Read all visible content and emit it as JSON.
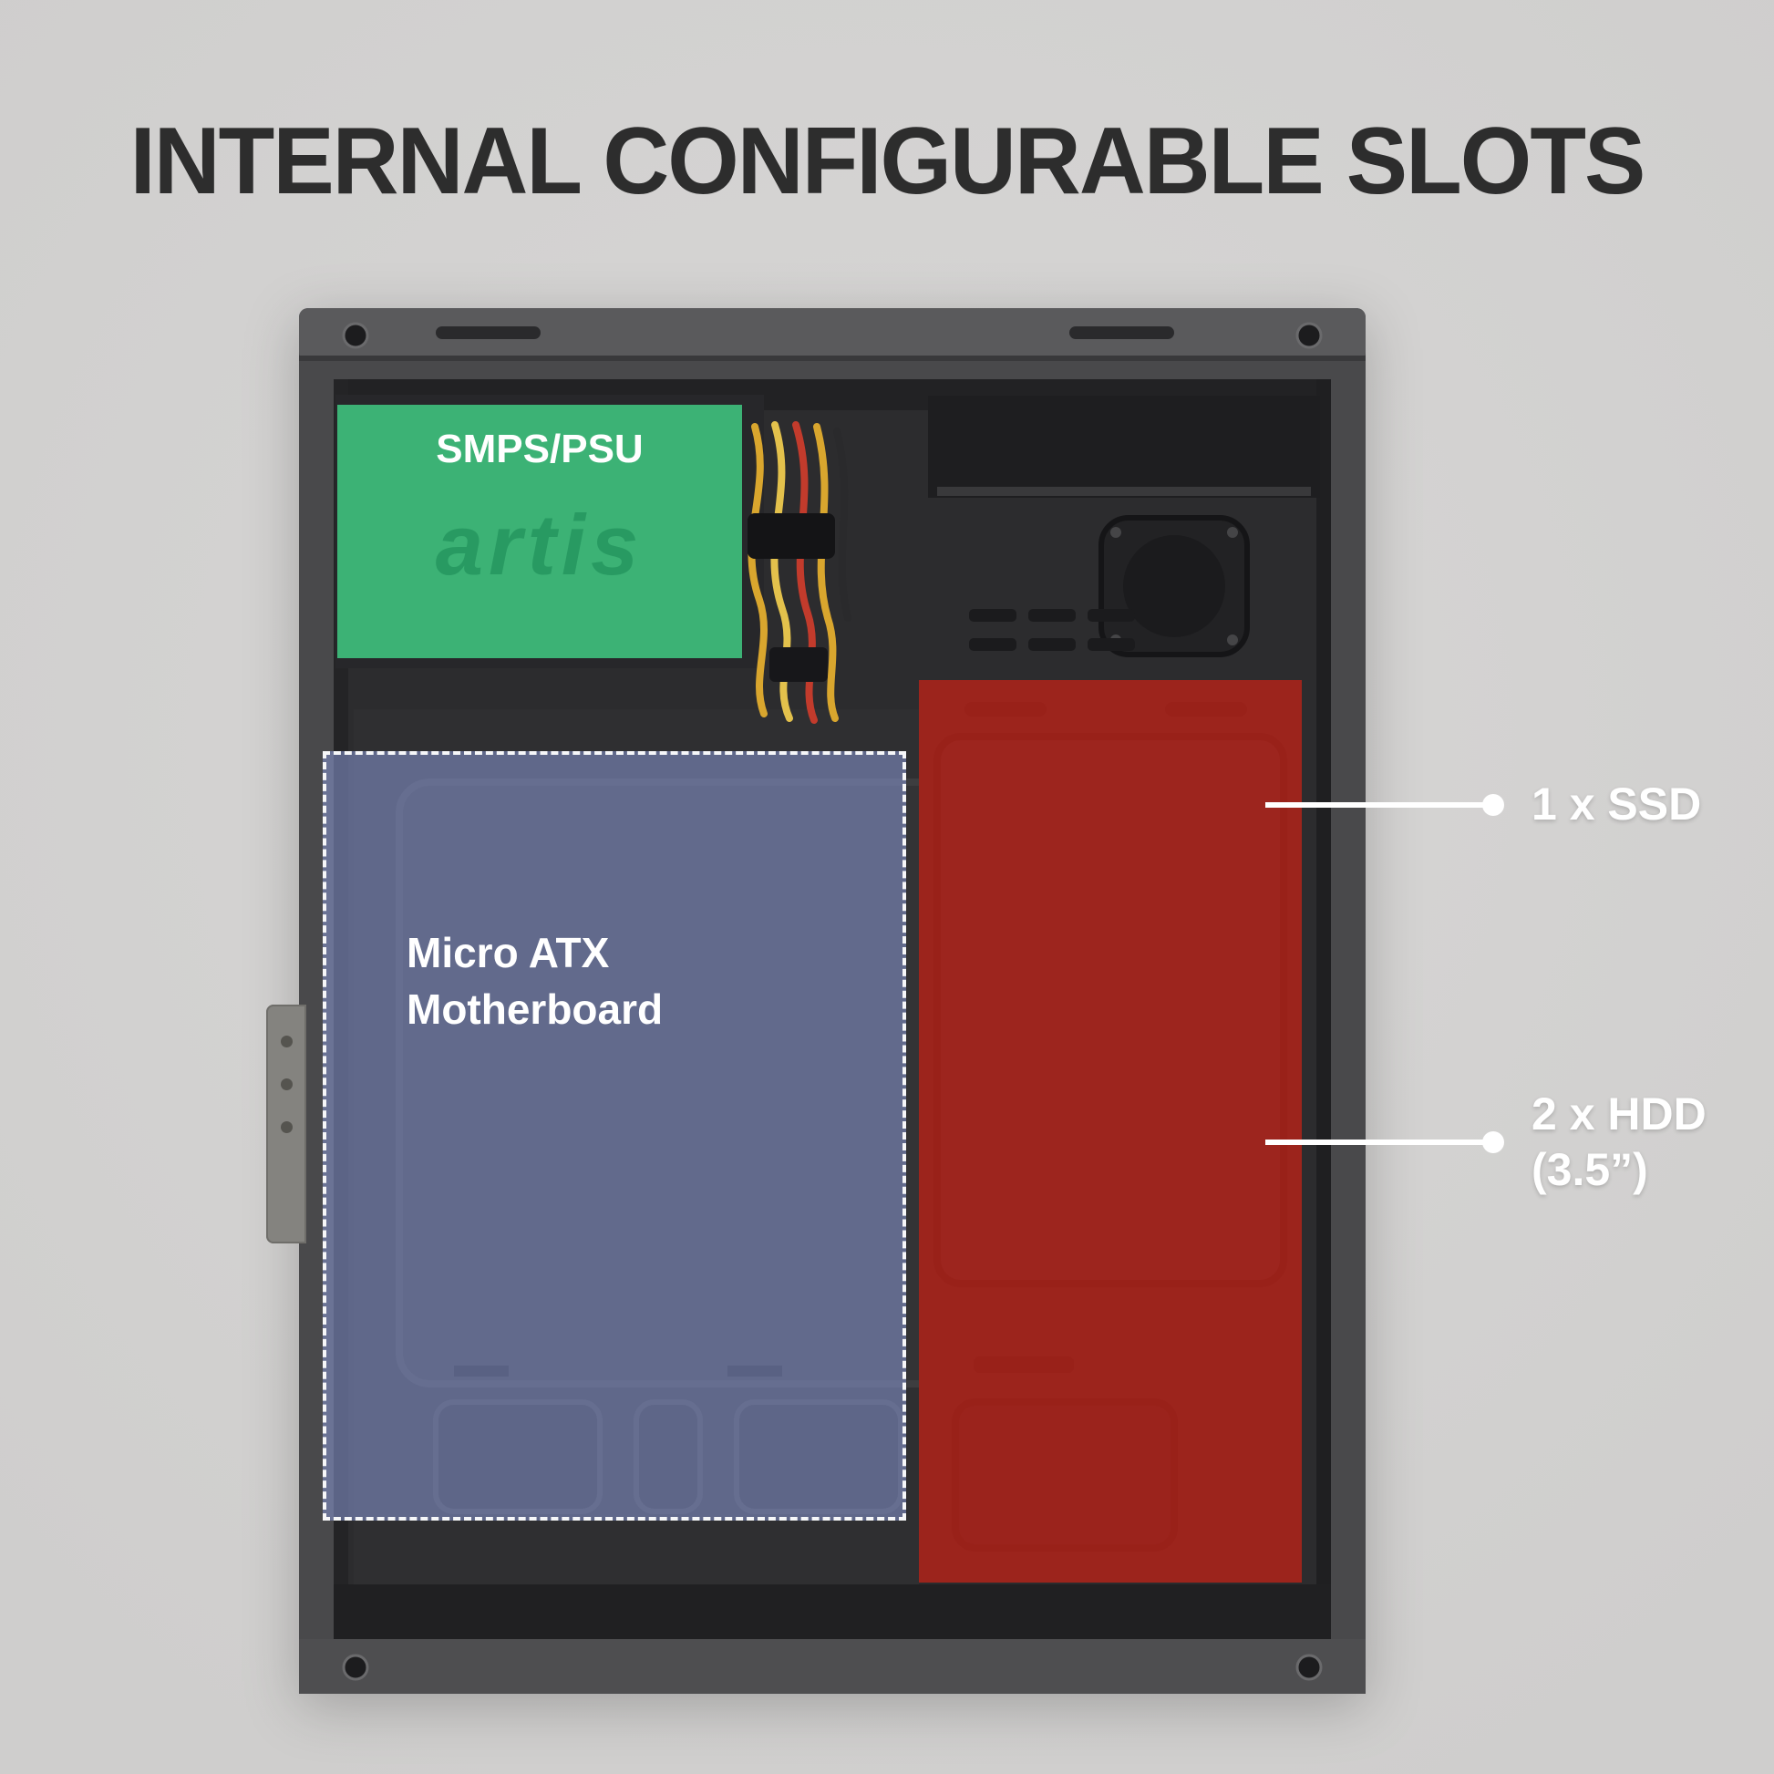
{
  "title": "INTERNAL CONFIGURABLE SLOTS",
  "colors": {
    "background": "#d8d7d6",
    "title_text": "#2d2d2d",
    "psu_overlay": "#3ebd7b",
    "motherboard_overlay": "#8a97cf",
    "hdd_overlay": "#c02218",
    "callout": "#ffffff",
    "case_body": "#49494b"
  },
  "overlays": {
    "psu": {
      "label": "SMPS/PSU",
      "brand": "artis"
    },
    "motherboard": {
      "line1": "Micro ATX",
      "line2": "Motherboard"
    }
  },
  "callouts": {
    "ssd": {
      "label": "1 x SSD"
    },
    "hdd": {
      "line1": "2 x HDD",
      "line2": "(3.5”)"
    }
  }
}
